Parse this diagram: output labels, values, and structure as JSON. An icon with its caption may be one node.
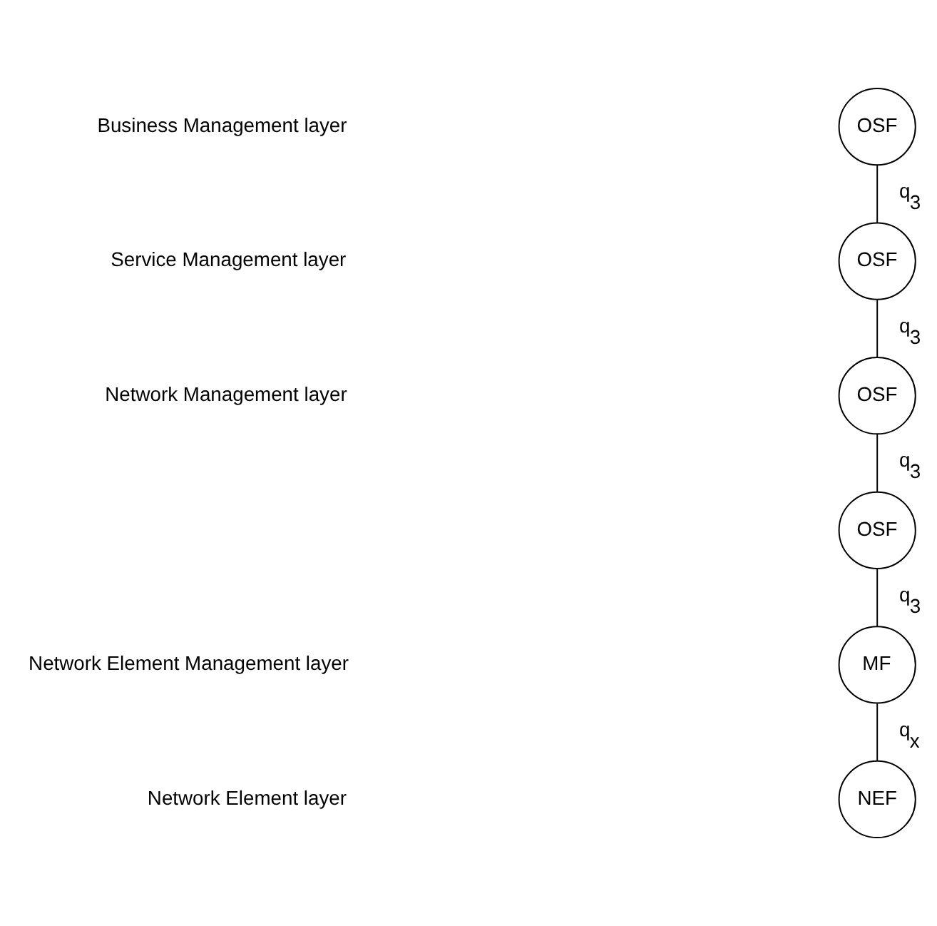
{
  "diagram": {
    "nodes": [
      {
        "text": [
          "OSF"
        ]
      },
      {
        "text": [
          "OSF"
        ]
      },
      {
        "text": [
          "OSF"
        ]
      },
      {
        "text": [
          "OSF"
        ]
      },
      {
        "text": [
          "MF"
        ]
      },
      {
        "text": [
          "NEF"
        ]
      }
    ],
    "edges": [
      {
        "from": 0,
        "to": 1,
        "arrow": "none",
        "label": "q$_{3}$"
      },
      {
        "from": 1,
        "to": 2,
        "arrow": "none",
        "label": "q$_{3}$"
      },
      {
        "from": 2,
        "to": 3,
        "arrow": "none",
        "label": "q$_{3}$"
      },
      {
        "from": 3,
        "to": 4,
        "arrow": "none",
        "label": "q$_{3}$"
      },
      {
        "from": 4,
        "to": 5,
        "arrow": "none",
        "label": "q$_{x}$"
      }
    ],
    "labels": [
      "Business Management layer",
      "Service Management layer",
      "Network Management layer",
      "Network Element Management layer",
      "Network Element layer"
    ]
  }
}
